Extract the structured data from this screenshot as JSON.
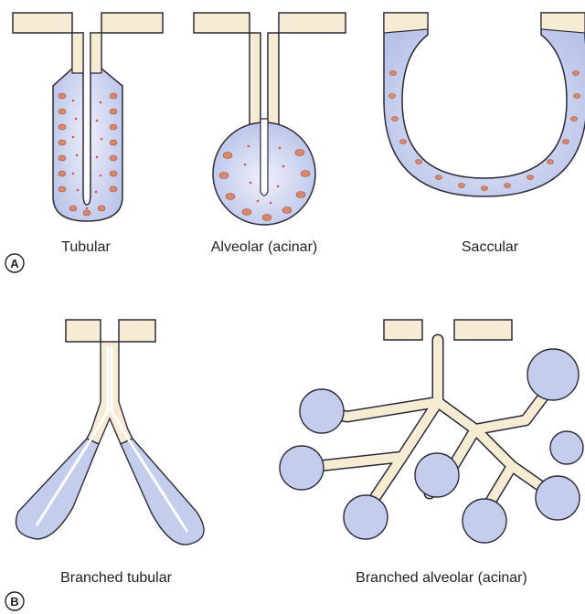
{
  "panels": {
    "a": {
      "letter": "A",
      "labels": {
        "tubular": "Tubular",
        "alveolar": "Alveolar (acinar)",
        "saccular": "Saccular"
      }
    },
    "b": {
      "letter": "B",
      "labels": {
        "branched_tubular": "Branched tubular",
        "branched_alveolar": "Branched alveolar (acinar)"
      }
    }
  },
  "colors": {
    "surface_epithelium": "#f6ebd3",
    "secretory_blue": "#c5cdec",
    "nucleus": "#d9896a",
    "granule": "#d9534f",
    "outline": "#2b2a3a"
  }
}
